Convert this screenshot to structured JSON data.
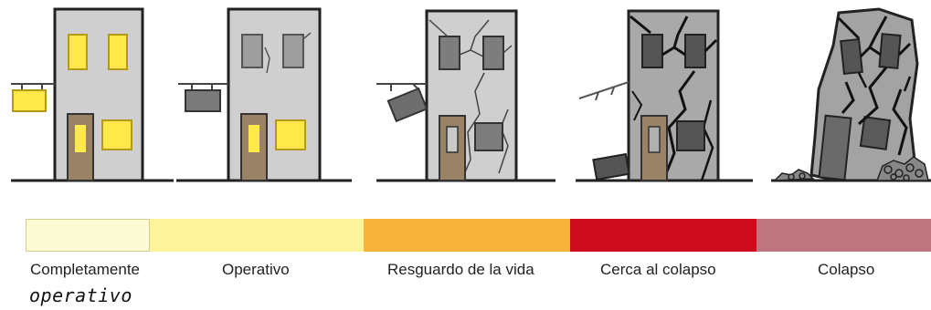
{
  "levels": [
    {
      "label": "Completamente",
      "label_line2": "operativo",
      "color": "#fdfbd6"
    },
    {
      "label": "Operativo",
      "color": "#fcf39a"
    },
    {
      "label": "Resguardo de la vida",
      "color": "#f7b43c"
    },
    {
      "label": "Cerca al colapso",
      "color": "#cc0c1c"
    },
    {
      "label": "Colapso",
      "color": "#c07680"
    }
  ]
}
